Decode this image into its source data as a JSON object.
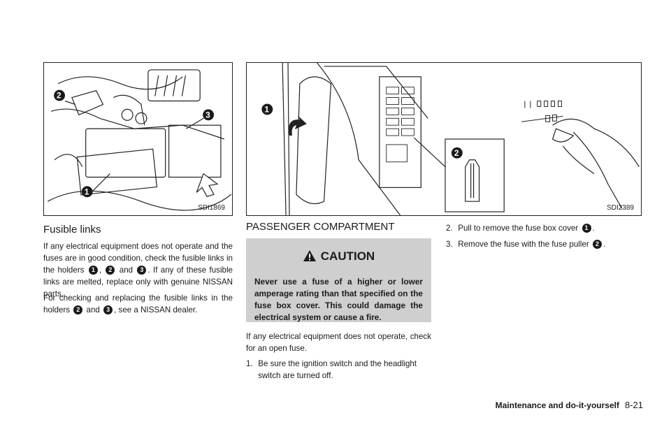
{
  "figures": {
    "fusible_links": {
      "code": "SDI1869",
      "callouts": [
        "1",
        "2",
        "3"
      ]
    },
    "passenger_compartment": {
      "code": "SDI2389",
      "callouts": [
        "1",
        "2"
      ]
    }
  },
  "left": {
    "heading": "Fusible links",
    "p1_before": "If any electrical equipment does not operate and the fuses are in good condition, check the fusible links in the holders",
    "p1_sep1": ",",
    "p1_and": "and",
    "p1_after": ". If any of these fusible links are melted, replace only with genuine NISSAN parts.",
    "p2_before": "For checking and replacing the fusible links in the holders",
    "p2_and": "and",
    "p2_after": ", see a NISSAN dealer.",
    "c1": "1",
    "c2": "2",
    "c3": "3"
  },
  "middle": {
    "heading": "PASSENGER COMPARTMENT",
    "caution_title": "CAUTION",
    "caution_text": "Never use a fuse of a higher or lower amperage rating than that specified on the fuse box cover. This could damage the electrical system or cause a fire.",
    "para": "If any electrical equipment does not operate, check for an open fuse.",
    "step1_num": "1.",
    "step1_text": "Be sure the ignition switch and the headlight switch are turned off."
  },
  "right": {
    "step2_num": "2.",
    "step2_text": "Pull to remove the fuse box cover",
    "step2_callout": "1",
    "step3_num": "3.",
    "step3_text": "Remove the fuse with the fuse puller",
    "step3_callout": "2",
    "period": "."
  },
  "footer": {
    "section": "Maintenance and do-it-yourself",
    "page": "8-21"
  }
}
